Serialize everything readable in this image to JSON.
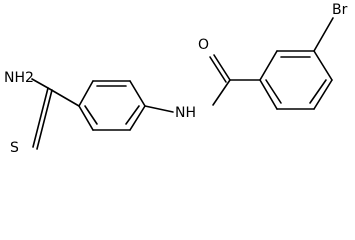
{
  "molecule": {
    "atoms": {
      "amine": "NH2",
      "sulfur": "S",
      "amide_n": "NH",
      "oxygen": "O",
      "bromine": "Br"
    }
  }
}
